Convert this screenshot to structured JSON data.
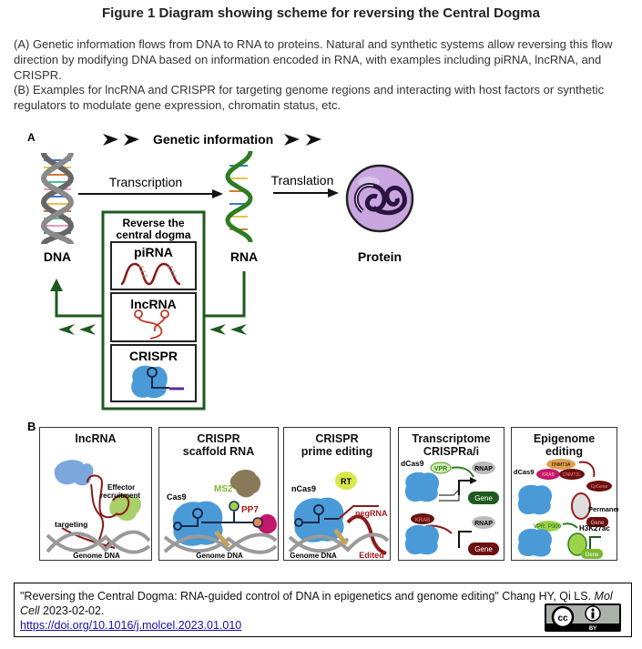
{
  "figure": {
    "title": "Figure 1 Diagram showing scheme for reversing the Central Dogma",
    "caption_a": "(A) Genetic information flows from DNA to RNA to proteins. Natural and synthetic systems allow reversing this flow direction by modifying DNA based on information encoded in RNA, with examples including piRNA, lncRNA, and CRISPR.",
    "caption_b": "(B) Examples for lncRNA and CRISPR for targeting genome regions and interacting with host factors or synthetic regulators to modulate gene expression, chromatin status, etc."
  },
  "panel_a": {
    "label": "A",
    "genetic_information": "Genetic information",
    "transcription": "Transcription",
    "translation": "Translation",
    "dna": "DNA",
    "rna": "RNA",
    "protein": "Protein",
    "reverse_title_1": "Reverse the",
    "reverse_title_2": "central dogma",
    "examples": [
      "piRNA",
      "lncRNA",
      "CRISPR"
    ],
    "colors": {
      "green": "#1e5a1e",
      "dna_gray": "#666666",
      "rna_green": "#2e7d23",
      "protein_purple": "#c9a6e0",
      "cas_blue": "#4a9ad8",
      "rna_red": "#a01c1c"
    }
  },
  "panel_b": {
    "label": "B",
    "boxes": [
      {
        "title_1": "lncRNA",
        "title_2": "",
        "labels": {
          "effector": "Effector",
          "recruitment": "recruitment",
          "targeting": "targeting",
          "genome": "Genome DNA"
        }
      },
      {
        "title_1": "CRISPR",
        "title_2": "scaffold RNA",
        "labels": {
          "cas9": "Cas9",
          "ms2": "MS2",
          "pp7": "PP7",
          "genome": "Genome DNA"
        }
      },
      {
        "title_1": "CRISPR",
        "title_2": "prime editing",
        "labels": {
          "ncas9": "nCas9",
          "rt": "RT",
          "pegrna": "pegRNA",
          "genome": "Genome DNA",
          "edited": "Edited"
        }
      },
      {
        "title_1": "Transcriptome",
        "title_2": "CRISPRa/i",
        "labels": {
          "dcas9": "dCas9",
          "vpr": "VPR",
          "krab": "KRAB",
          "rnap": "RNAP",
          "gene": "Gene"
        }
      },
      {
        "title_1": "Epigenome",
        "title_2": "editing",
        "labels": {
          "dcas9": "dCas9",
          "dnmt3a": "DNMT3A",
          "krab": "KRAB",
          "dnmt3l": "DNMT3L",
          "cpgene": "CpGene",
          "permanent": "Permanent",
          "gene": "Gene",
          "vpr": "VPR",
          "p300": "P300",
          "h3k27ac": "H3K27ac"
        }
      }
    ]
  },
  "citation": {
    "text_1": "\"Reversing the Central Dogma: RNA-guided control of DNA in epigenetics and genome editing\" Chang HY, Qi LS. ",
    "journal": "Mol Cell",
    "date": " 2023-02-02.",
    "doi_link": "https://doi.org/10.1016/j.molcel.2023.01.010",
    "license": {
      "cc": "cc",
      "by": "BY"
    }
  }
}
